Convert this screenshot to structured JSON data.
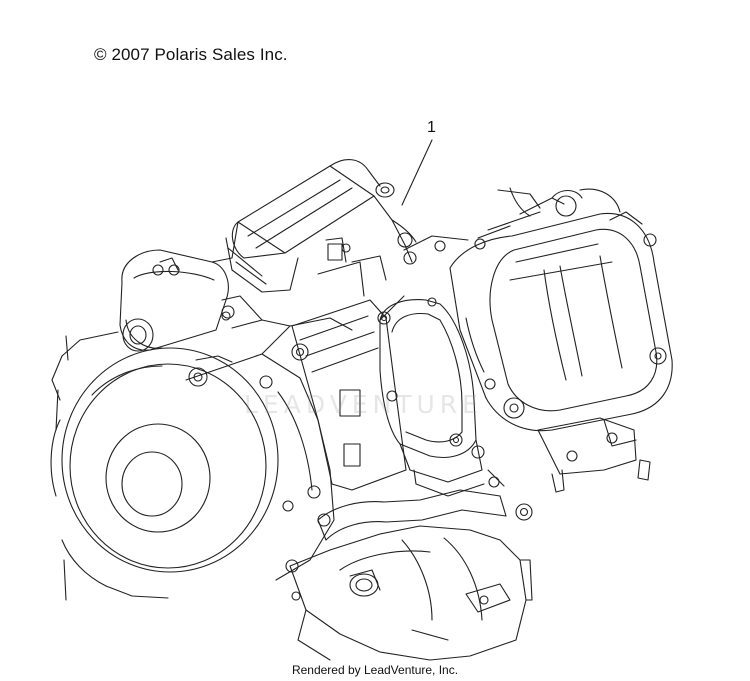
{
  "header": {
    "copyright": "© 2007 Polaris Sales Inc."
  },
  "diagram": {
    "callouts": [
      {
        "label": "1"
      }
    ],
    "watermark": "LEADVENTURE"
  },
  "footer": {
    "credit": "Rendered by LeadVenture, Inc."
  },
  "colors": {
    "line": "#222222",
    "background": "#ffffff"
  }
}
